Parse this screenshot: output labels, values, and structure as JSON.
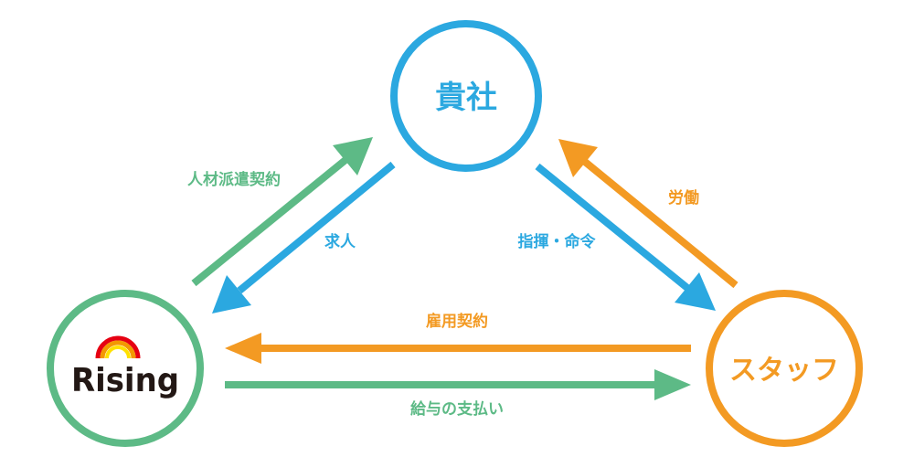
{
  "colors": {
    "blue": "#2ba8e0",
    "green": "#5dba86",
    "orange": "#f39a23",
    "logo_text": "#231815",
    "logo_arc_red": "#e60012",
    "logo_arc_orange": "#f39800",
    "logo_arc_yellow": "#ffe100"
  },
  "nodes": {
    "client": {
      "label": "貴社"
    },
    "rising": {
      "logo_text": "Rising"
    },
    "staff": {
      "label": "スタッフ"
    }
  },
  "edges": {
    "dispatch_contract": {
      "label": "人材派遣契約"
    },
    "job_offer": {
      "label": "求人"
    },
    "direction": {
      "label": "指揮・命令"
    },
    "labor": {
      "label": "労働"
    },
    "employment_contract": {
      "label": "雇用契約"
    },
    "salary_payment": {
      "label": "給与の支払い"
    }
  }
}
